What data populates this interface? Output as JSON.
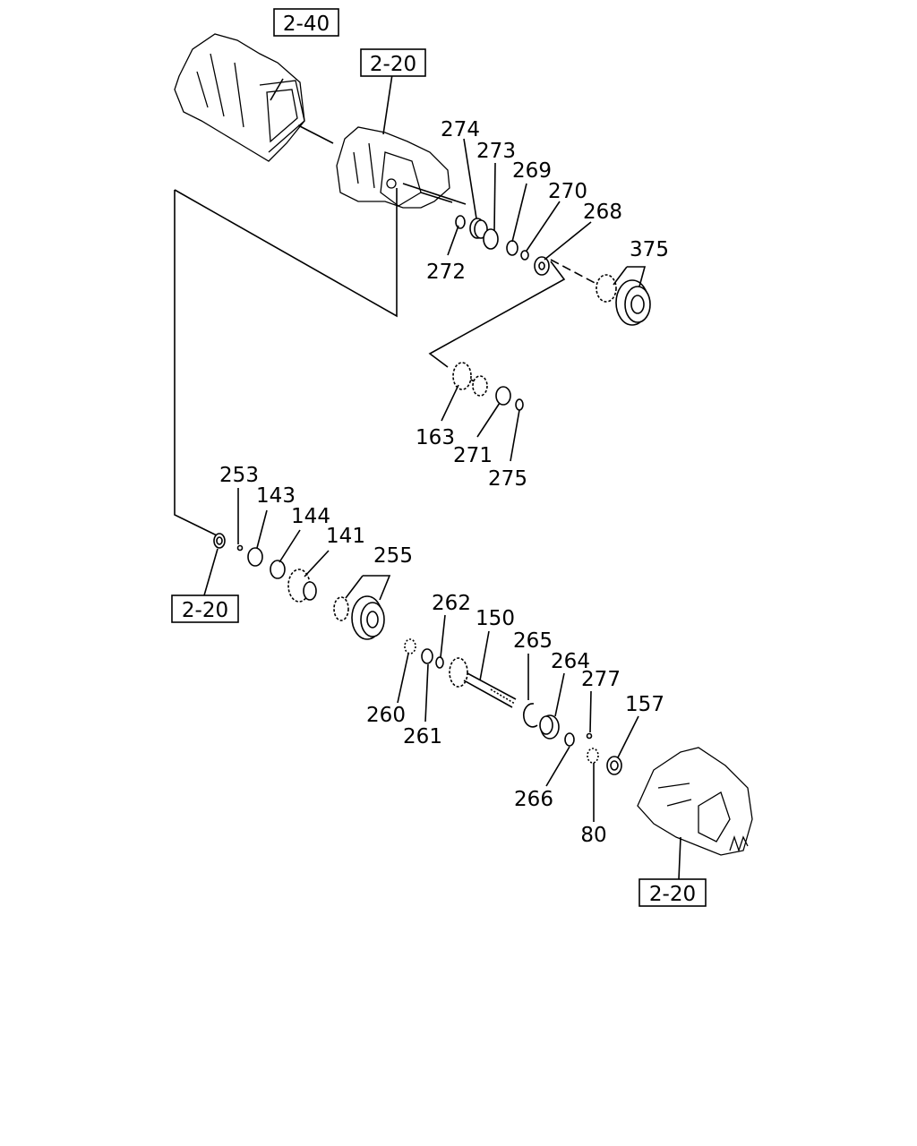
{
  "references": {
    "ref_top_left": "2-40",
    "ref_top_right": "2-20",
    "ref_mid_left": "2-20",
    "ref_bottom_right": "2-20"
  },
  "callouts": {
    "p274": "274",
    "p273": "273",
    "p269": "269",
    "p270": "270",
    "p268": "268",
    "p272": "272",
    "p375": "375",
    "p163": "163",
    "p271": "271",
    "p275": "275",
    "p253": "253",
    "p143": "143",
    "p144": "144",
    "p141": "141",
    "p255": "255",
    "p262": "262",
    "p150": "150",
    "p265": "265",
    "p264": "264",
    "p277": "277",
    "p157": "157",
    "p260": "260",
    "p261": "261",
    "p266": "266",
    "p80": "80"
  }
}
